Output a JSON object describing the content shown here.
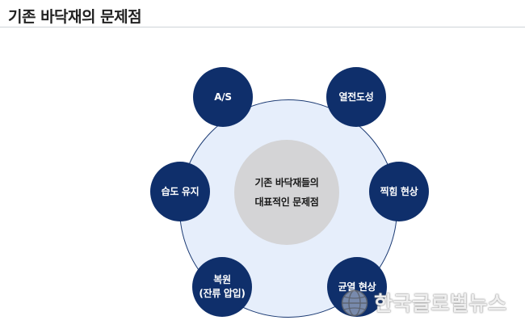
{
  "header": {
    "title": "기존 바닥재의 문제점"
  },
  "diagram": {
    "center": {
      "line1": "기존 바닥재들의",
      "line2": "대표적인 문제점"
    },
    "nodes": {
      "as": {
        "line1": "A/S"
      },
      "heat": {
        "line1": "열전도성"
      },
      "humidity": {
        "line1": "습도 유지"
      },
      "stability": {
        "line1": "찍힘 현상"
      },
      "restore": {
        "line1": "복원",
        "line2": "(잔류 압입)"
      },
      "crack": {
        "line1": "균열 현상"
      }
    },
    "colors": {
      "node_fill": "#0f2f6b",
      "ring_fill": "#e6eefb",
      "ring_stroke": "#1b3a73",
      "center_fill": "#d4d4d6"
    }
  },
  "watermark": {
    "text": "한국글로벌뉴스",
    "icon": "globe-logo-icon"
  }
}
